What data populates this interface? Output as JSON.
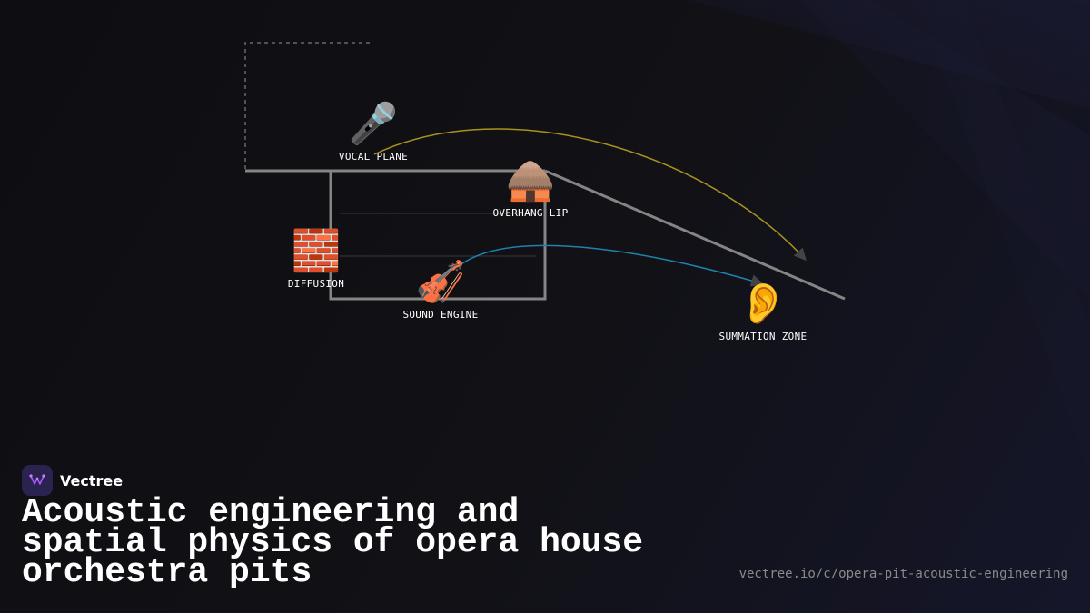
{
  "diagram": {
    "nodes": [
      {
        "id": "vocal",
        "icon": "🎤",
        "icon_name": "microphone-icon",
        "label": "VOCAL PLANE"
      },
      {
        "id": "overhang",
        "icon": "🛖",
        "icon_name": "hut-icon",
        "label": "OVERHANG LIP"
      },
      {
        "id": "diffusion",
        "icon": "🧱",
        "icon_name": "brick-wall-icon",
        "label": "DIFFUSION"
      },
      {
        "id": "engine",
        "icon": "🎻",
        "icon_name": "violin-icon",
        "label": "SOUND ENGINE"
      },
      {
        "id": "summation",
        "icon": "👂",
        "icon_name": "ear-icon",
        "label": "SUMMATION ZONE"
      }
    ],
    "colors": {
      "structure": "#858585",
      "vocal_path": "#a8921c",
      "orchestra_path": "#1f82ad",
      "arrow_head": "#444444"
    }
  },
  "brand": {
    "name": "Vectree",
    "logo_icon": "vectree-logo-icon",
    "logo_color": "#a855f7"
  },
  "title": "Acoustic engineering and spatial physics of opera house orchestra pits",
  "url": "vectree.io/c/opera-pit-acoustic-engineering"
}
